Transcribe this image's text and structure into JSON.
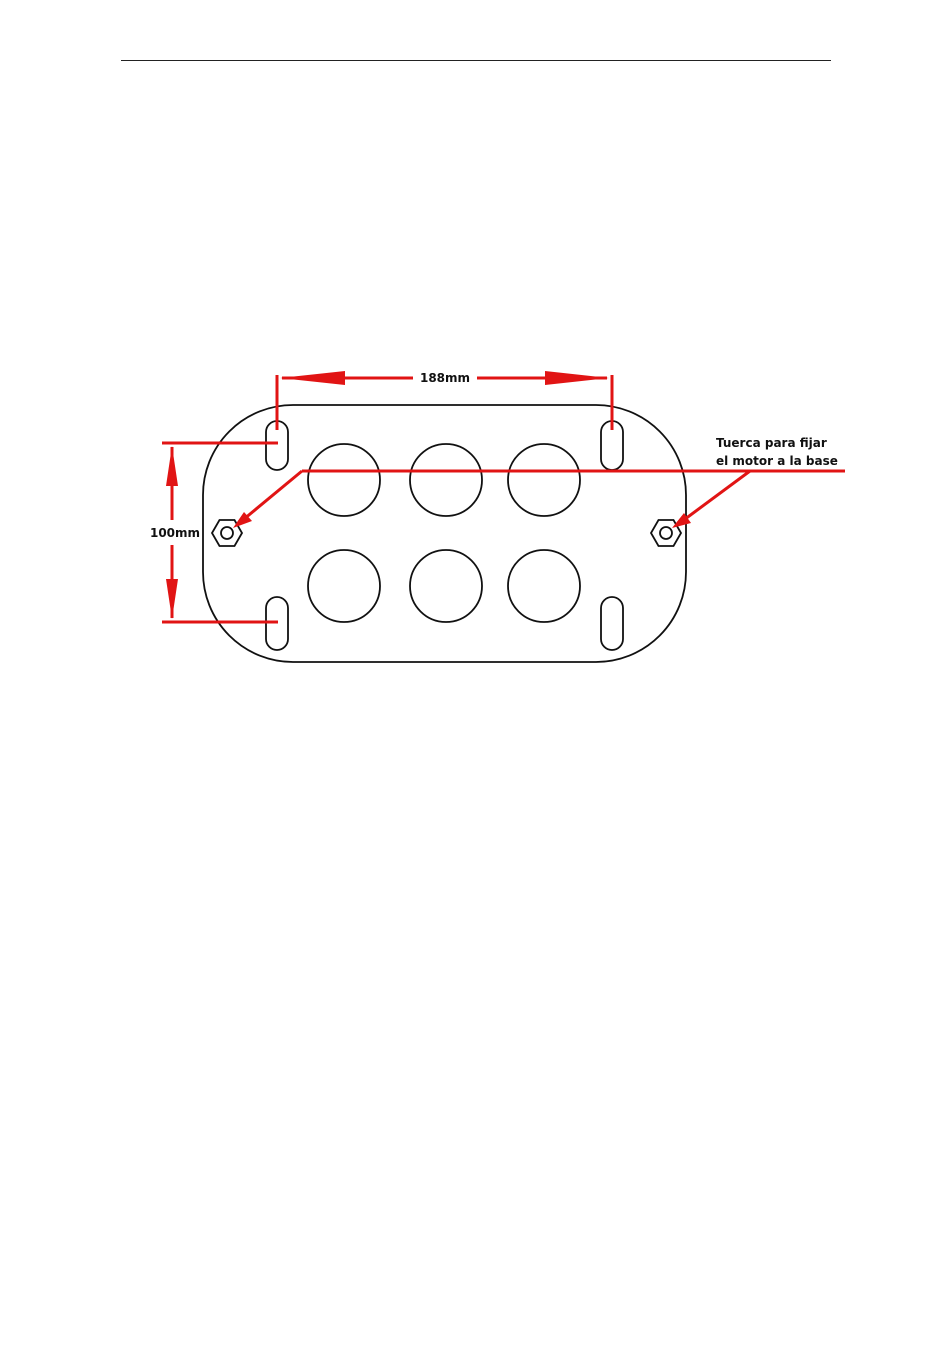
{
  "diagram": {
    "dimensions": {
      "width_label": "188mm",
      "height_label": "100mm"
    },
    "callout": {
      "line1": "Tuerca para fijar",
      "line2": "el motor a la base"
    },
    "colors": {
      "outline": "#111111",
      "dimension": "#e11414",
      "background": "#ffffff"
    },
    "parts": {
      "large_holes": 6,
      "mounting_slots": 4,
      "hex_nuts": 2
    }
  }
}
